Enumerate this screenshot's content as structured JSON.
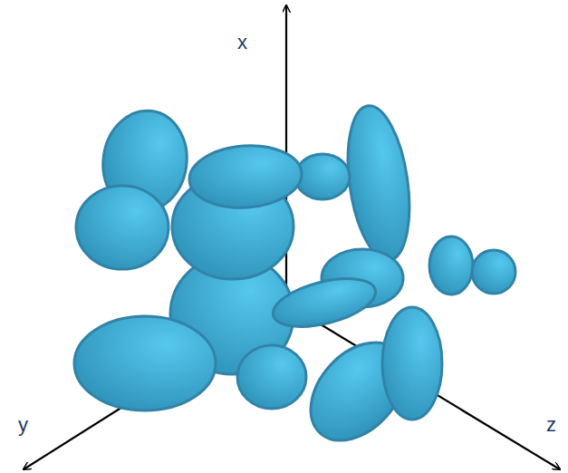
{
  "diagram": {
    "labels": [
      "x",
      "y",
      "z"
    ]
  }
}
